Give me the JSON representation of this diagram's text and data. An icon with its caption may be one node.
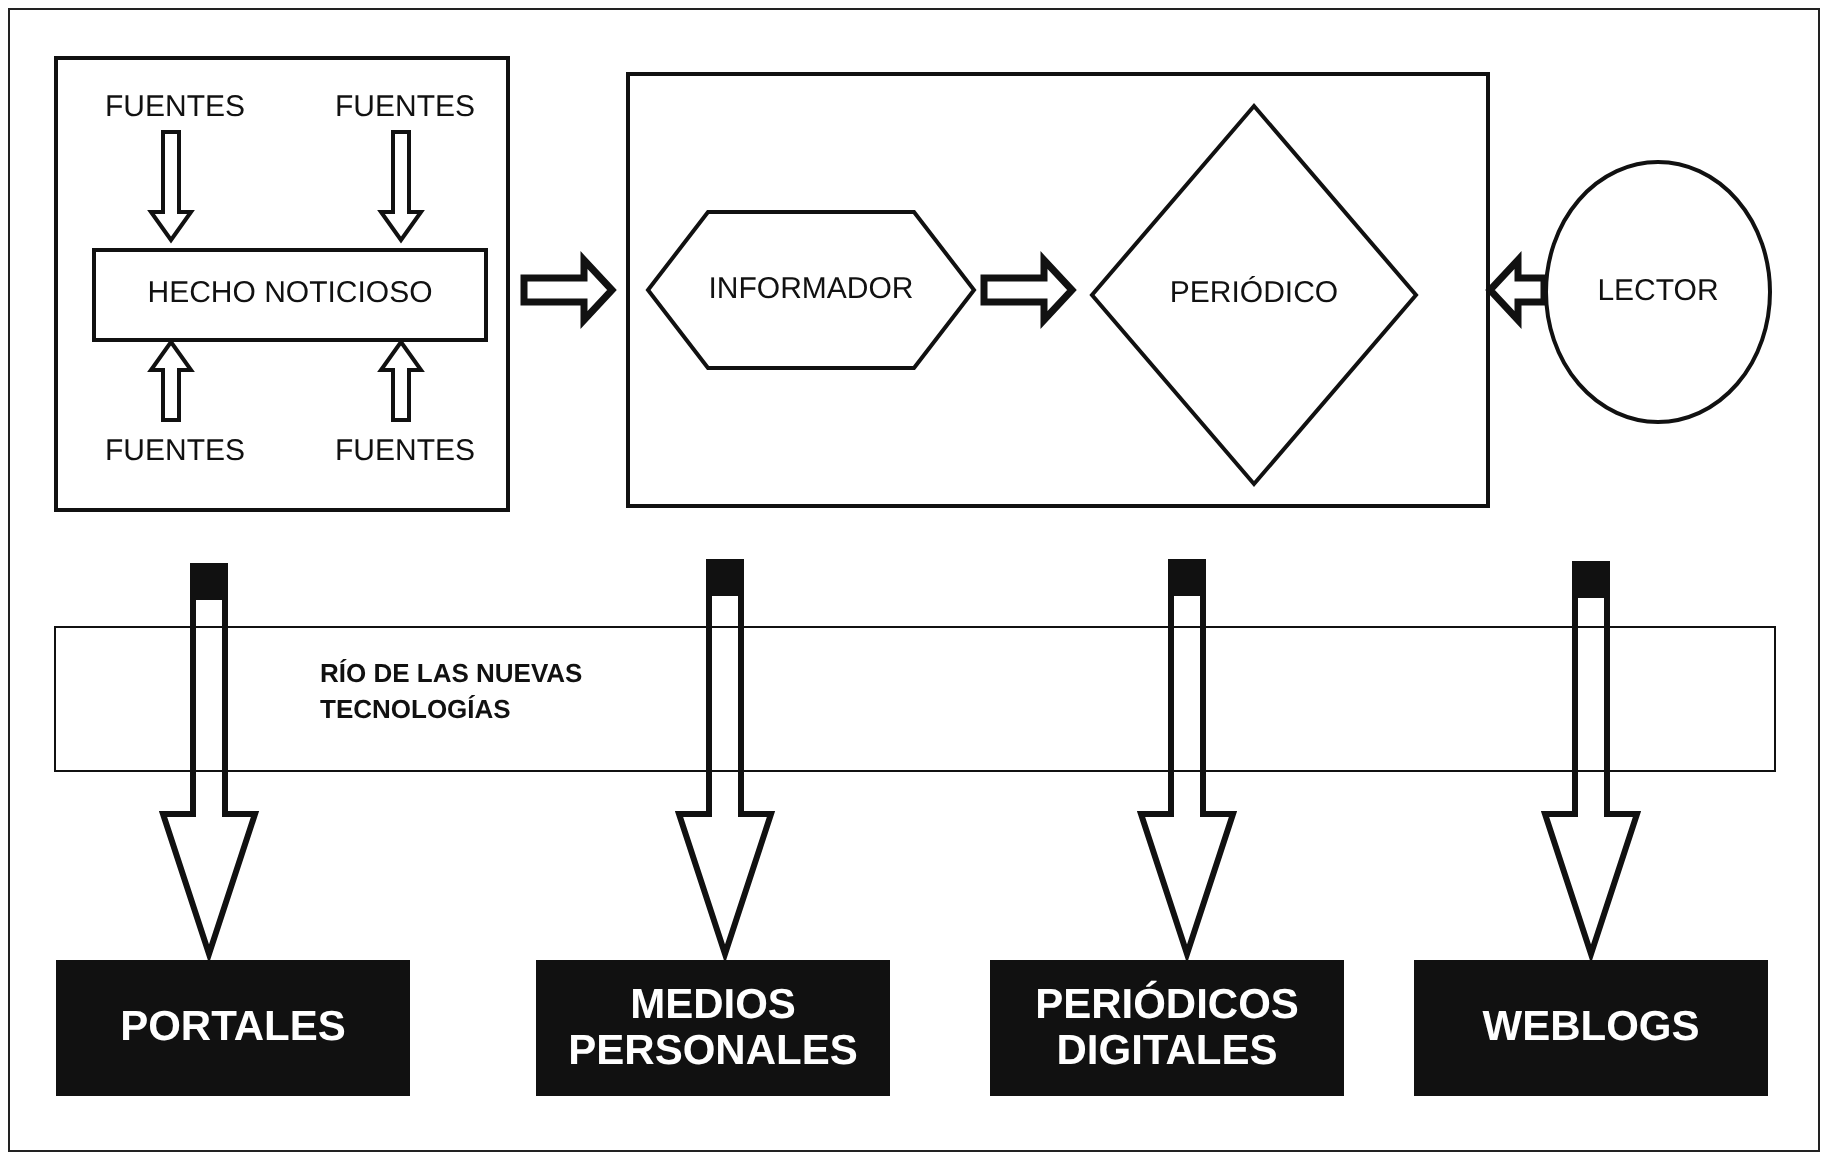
{
  "diagram": {
    "nodes": [
      {
        "text": [],
        "shape": "box"
      },
      {
        "text": [
          "FUENTES"
        ],
        "in": 0
      },
      {
        "text": [
          "FUENTES"
        ],
        "in": 0
      },
      {
        "text": [
          "HECHO NOTICIOSO"
        ],
        "in": 0
      },
      {
        "text": [
          "FUENTES"
        ],
        "in": 0
      },
      {
        "text": [
          "FUENTES"
        ],
        "in": 0
      },
      {
        "text": [],
        "shape": "box"
      },
      {
        "text": [
          "INFORMADOR"
        ],
        "in": 6
      },
      {
        "text": [
          "PERIÓDICO"
        ],
        "in": 6
      },
      {
        "text": [
          "LECTOR"
        ]
      },
      {
        "text": [
          "RÍO DE LAS NUEVAS TECNOLOGÍAS"
        ]
      },
      {
        "text": [
          "PORTALES"
        ]
      },
      {
        "text": [
          "MEDIOS PERSONALES"
        ]
      },
      {
        "text": [
          "PERIÓDICOS DIGITALES"
        ]
      },
      {
        "text": [
          "WEBLOGS"
        ]
      }
    ],
    "edges": [
      {
        "from": 1,
        "to": 3,
        "arrow": "to"
      },
      {
        "from": 2,
        "to": 3,
        "arrow": "to"
      },
      {
        "from": 4,
        "to": 3,
        "arrow": "to"
      },
      {
        "from": 5,
        "to": 3,
        "arrow": "to"
      },
      {
        "from": 0,
        "to": 6,
        "arrow": "to"
      },
      {
        "from": 7,
        "to": 8,
        "arrow": "to"
      },
      {
        "from": 9,
        "to": 6,
        "arrow": "to"
      },
      {
        "from": 0,
        "to": 11,
        "arrow": "to"
      },
      {
        "from": 6,
        "to": 12,
        "arrow": "to"
      },
      {
        "from": 6,
        "to": 13,
        "arrow": "to"
      },
      {
        "from": 9,
        "to": 14,
        "arrow": "to"
      }
    ]
  }
}
